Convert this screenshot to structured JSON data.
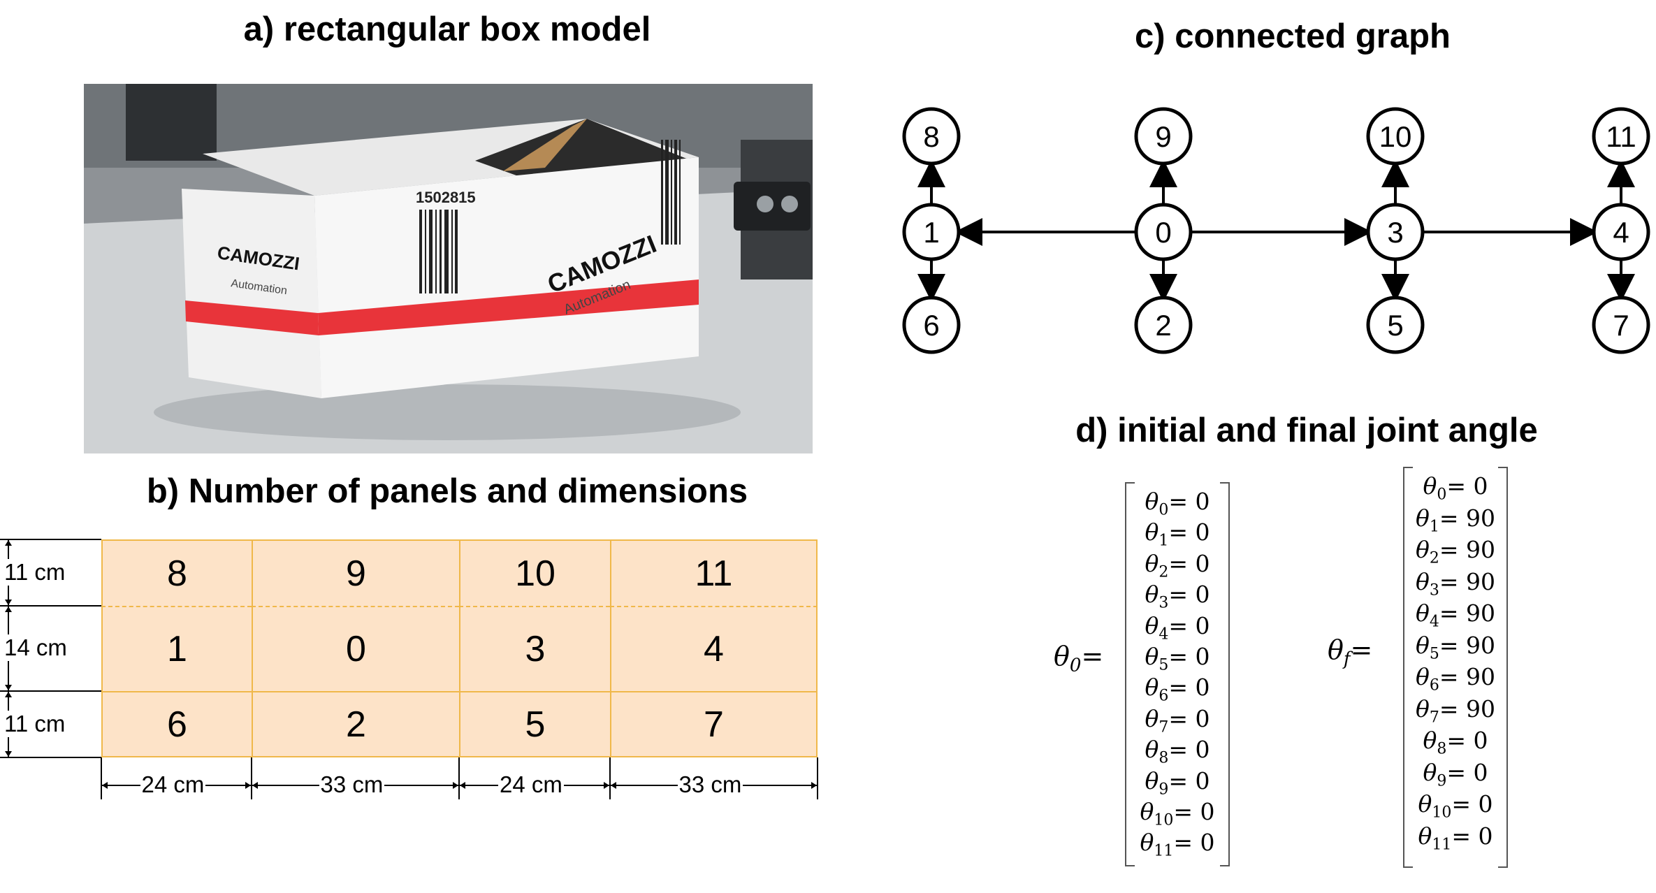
{
  "titles": {
    "a": "a) rectangular box model",
    "b": "b) Number of panels and dimensions",
    "c": "c) connected graph",
    "d": "d) initial and final joint angle"
  },
  "photo": {
    "brand": "CAMOZZI",
    "sub_brand": "Automation",
    "barcode_number": "1502815",
    "colors": {
      "box": "#f4f4f4",
      "stripe": "#e8343a",
      "background": "#8e9296",
      "floor": "#cfd2d4"
    }
  },
  "panels": {
    "rows": [
      [
        "8",
        "9",
        "10",
        "11"
      ],
      [
        "1",
        "0",
        "3",
        "4"
      ],
      [
        "6",
        "2",
        "5",
        "7"
      ]
    ],
    "row_dims": [
      "11 cm",
      "14 cm",
      "11 cm"
    ],
    "col_dims": [
      "24 cm",
      "33 cm",
      "24 cm",
      "33 cm"
    ],
    "row_values_cm": [
      11,
      14,
      11
    ],
    "col_values_cm": [
      24,
      33,
      24,
      33
    ],
    "colors": {
      "fill": "#fde3c8",
      "border": "#f0b84a"
    }
  },
  "graph": {
    "nodes": [
      {
        "id": "8",
        "col": 0,
        "row": 0
      },
      {
        "id": "9",
        "col": 1,
        "row": 0
      },
      {
        "id": "10",
        "col": 2,
        "row": 0
      },
      {
        "id": "11",
        "col": 3,
        "row": 0
      },
      {
        "id": "1",
        "col": 0,
        "row": 1
      },
      {
        "id": "0",
        "col": 1,
        "row": 1
      },
      {
        "id": "3",
        "col": 2,
        "row": 1
      },
      {
        "id": "4",
        "col": 3,
        "row": 1
      },
      {
        "id": "6",
        "col": 0,
        "row": 2
      },
      {
        "id": "2",
        "col": 1,
        "row": 2
      },
      {
        "id": "5",
        "col": 2,
        "row": 2
      },
      {
        "id": "7",
        "col": 3,
        "row": 2
      }
    ],
    "edges": [
      [
        "0",
        "1"
      ],
      [
        "0",
        "3"
      ],
      [
        "3",
        "4"
      ],
      [
        "1",
        "8"
      ],
      [
        "1",
        "6"
      ],
      [
        "0",
        "9"
      ],
      [
        "0",
        "2"
      ],
      [
        "3",
        "10"
      ],
      [
        "3",
        "5"
      ],
      [
        "4",
        "11"
      ],
      [
        "4",
        "7"
      ]
    ]
  },
  "matrices": {
    "initial": {
      "lhs_symbol": "θ",
      "lhs_sub": "0",
      "lhs_eq": "=",
      "entries": [
        {
          "sub": "0",
          "val": "0"
        },
        {
          "sub": "1",
          "val": "0"
        },
        {
          "sub": "2",
          "val": "0"
        },
        {
          "sub": "3",
          "val": "0"
        },
        {
          "sub": "4",
          "val": "0"
        },
        {
          "sub": "5",
          "val": "0"
        },
        {
          "sub": "6",
          "val": "0"
        },
        {
          "sub": "7",
          "val": "0"
        },
        {
          "sub": "8",
          "val": "0"
        },
        {
          "sub": "9",
          "val": "0"
        },
        {
          "sub": "10",
          "val": "0"
        },
        {
          "sub": "11",
          "val": "0"
        }
      ]
    },
    "final": {
      "lhs_symbol": "θ",
      "lhs_sub": "f",
      "lhs_eq": "=",
      "entries": [
        {
          "sub": "0",
          "val": "0"
        },
        {
          "sub": "1",
          "val": "90"
        },
        {
          "sub": "2",
          "val": "90"
        },
        {
          "sub": "3",
          "val": "90"
        },
        {
          "sub": "4",
          "val": "90"
        },
        {
          "sub": "5",
          "val": "90"
        },
        {
          "sub": "6",
          "val": "90"
        },
        {
          "sub": "7",
          "val": "90"
        },
        {
          "sub": "8",
          "val": "0"
        },
        {
          "sub": "9",
          "val": "0"
        },
        {
          "sub": "10",
          "val": "0"
        },
        {
          "sub": "11",
          "val": "0"
        }
      ]
    }
  }
}
